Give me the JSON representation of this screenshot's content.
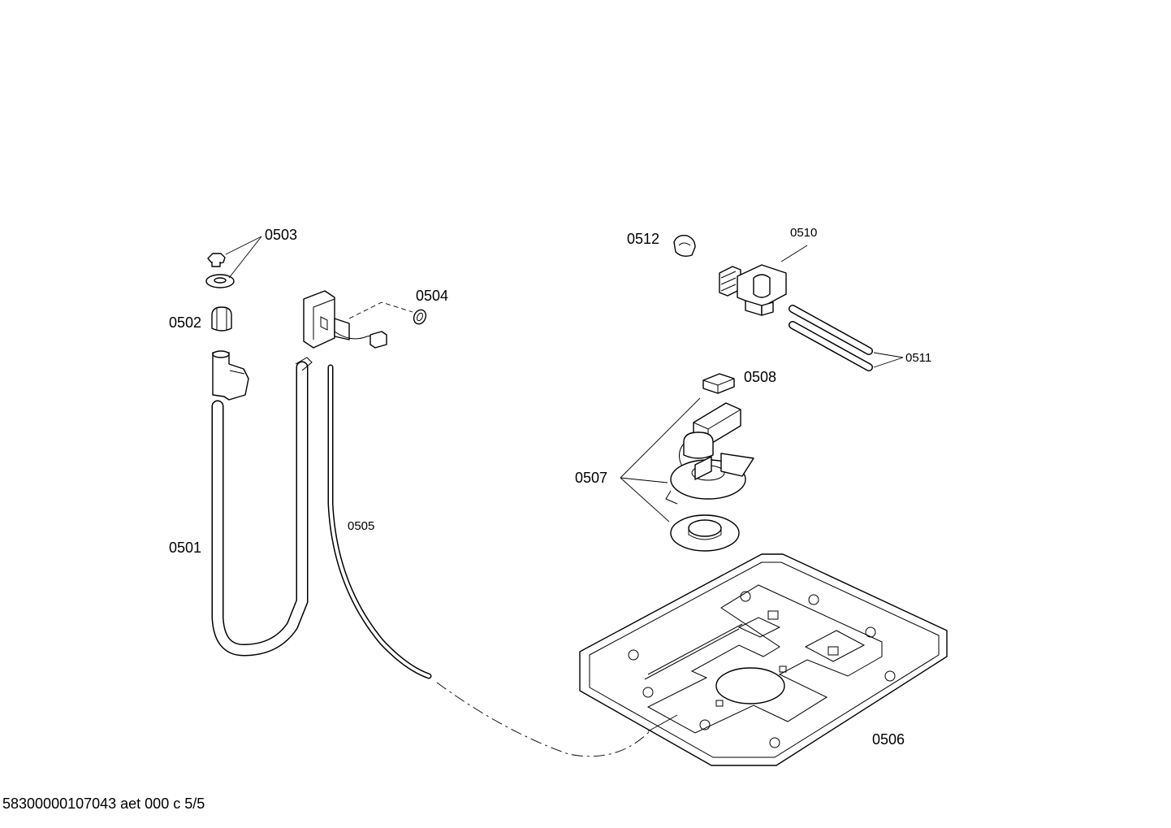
{
  "labels": {
    "p0501": "0501",
    "p0502": "0502",
    "p0503": "0503",
    "p0504": "0504",
    "p0505": "0505",
    "p0506": "0506",
    "p0507": "0507",
    "p0508": "0508",
    "p0510": "0510",
    "p0511": "0511",
    "p0512": "0512"
  },
  "footer": {
    "reference": "58300000107043 aet 000 c 5/5"
  }
}
